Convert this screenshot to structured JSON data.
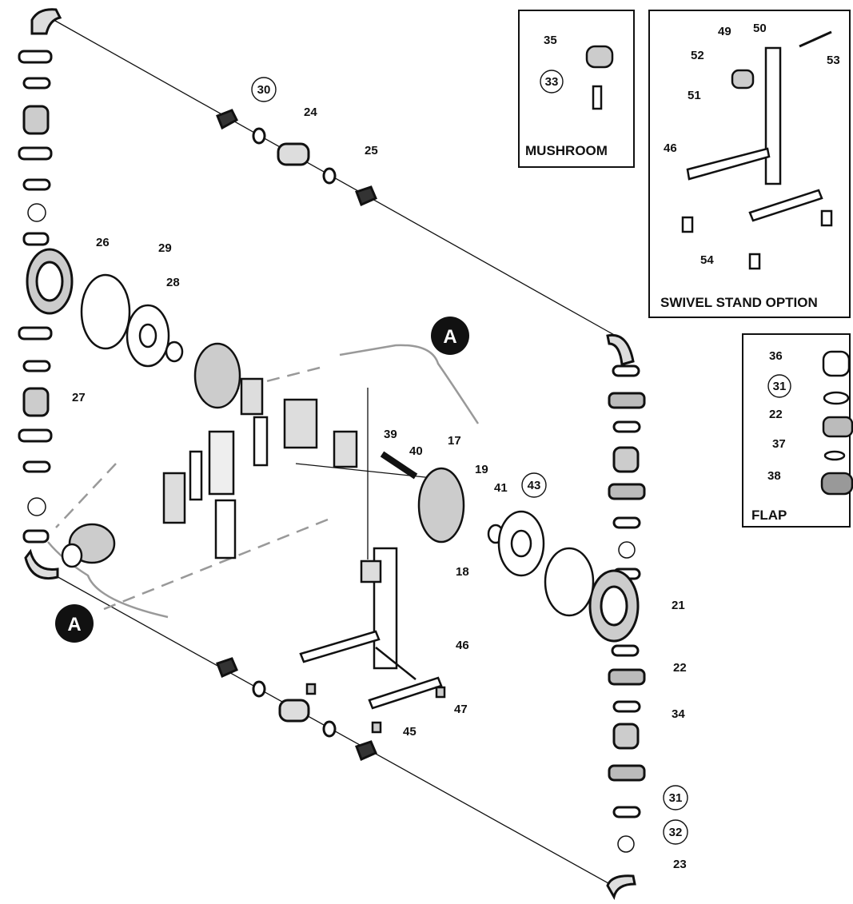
{
  "labels": {
    "l17": "17",
    "l18": "18",
    "l19": "19",
    "l21": "21",
    "l22": "22",
    "l22b": "22",
    "l23": "23",
    "l24": "24",
    "l25": "25",
    "l26": "26",
    "l27": "27",
    "l28": "28",
    "l29": "29",
    "l30": "30",
    "l31": "31",
    "l31b": "31",
    "l32": "32",
    "l33": "33",
    "l34": "34",
    "l35": "35",
    "l36": "36",
    "l37": "37",
    "l38": "38",
    "l39": "39",
    "l40": "40",
    "l41": "41",
    "l43": "43",
    "l45": "45",
    "l46": "46",
    "l46b": "46",
    "l47": "47",
    "l49": "49",
    "l50": "50",
    "l51": "51",
    "l52": "52",
    "l53": "53",
    "l54": "54"
  },
  "callouts": {
    "a_top": "A",
    "a_bottom": "A"
  },
  "insets": {
    "mushroom": "MUSHROOM",
    "swivel": "SWIVEL STAND OPTION",
    "flap": "FLAP"
  }
}
